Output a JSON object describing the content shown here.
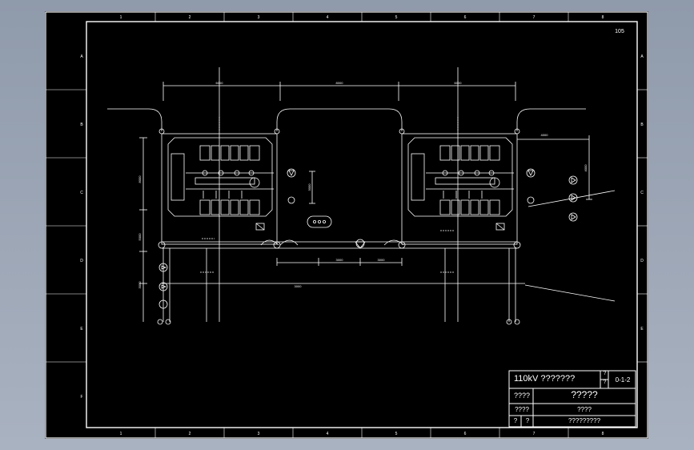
{
  "drawing": {
    "sheet_number": "105",
    "column_markers": [
      "1",
      "2",
      "3",
      "4",
      "5",
      "6",
      "7",
      "8"
    ],
    "row_markers": [
      "A",
      "B",
      "C",
      "D",
      "E",
      "F"
    ],
    "dimensions": {
      "top_left": "6000",
      "top_middle": "8000",
      "top_right": "6000",
      "right_offset": "4000",
      "right_vertical": "4000",
      "left_upper": "8000",
      "left_middle": "5000",
      "left_lower": "3000",
      "center_vertical": "3000",
      "bottom_1": "3000",
      "bottom_2": "3000",
      "bottom_3": "3000"
    }
  },
  "title_block": {
    "project_title": "110kV ???????",
    "sheet_fraction_top": "?",
    "sheet_fraction_bottom": "?",
    "drawing_code": "0-1-2",
    "row2_label": "????",
    "row2_value": "?????",
    "row3_label": "????",
    "row3_value": "????",
    "row4_label_a": "?",
    "row4_label_b": "?",
    "row4_value": "?????????"
  },
  "colors": {
    "background": "#000000",
    "lines": "#ffffff",
    "window_bg": "#9aa4b4"
  }
}
